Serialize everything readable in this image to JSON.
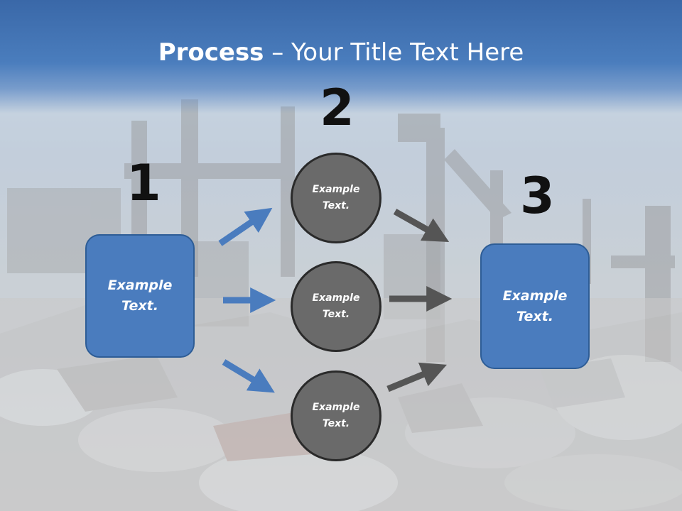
{
  "title": {
    "bold": "Process",
    "rest": " – Your Title Text Here"
  },
  "step_numbers": [
    "1",
    "2",
    "3"
  ],
  "left_box": {
    "line1": "Example",
    "line2": "Text."
  },
  "circles": [
    {
      "line1": "Example",
      "line2": "Text."
    },
    {
      "line1": "Example",
      "line2": "Text."
    },
    {
      "line1": "Example",
      "line2": "Text."
    }
  ],
  "right_box": {
    "line1": "Example",
    "line2": "Text."
  },
  "colors": {
    "header": "#4a7dbd",
    "box_fill": "#4a7cbe",
    "circle_fill": "#6a6a6a",
    "blue_arrow": "#4a7cbe",
    "gray_arrow": "#555555"
  }
}
